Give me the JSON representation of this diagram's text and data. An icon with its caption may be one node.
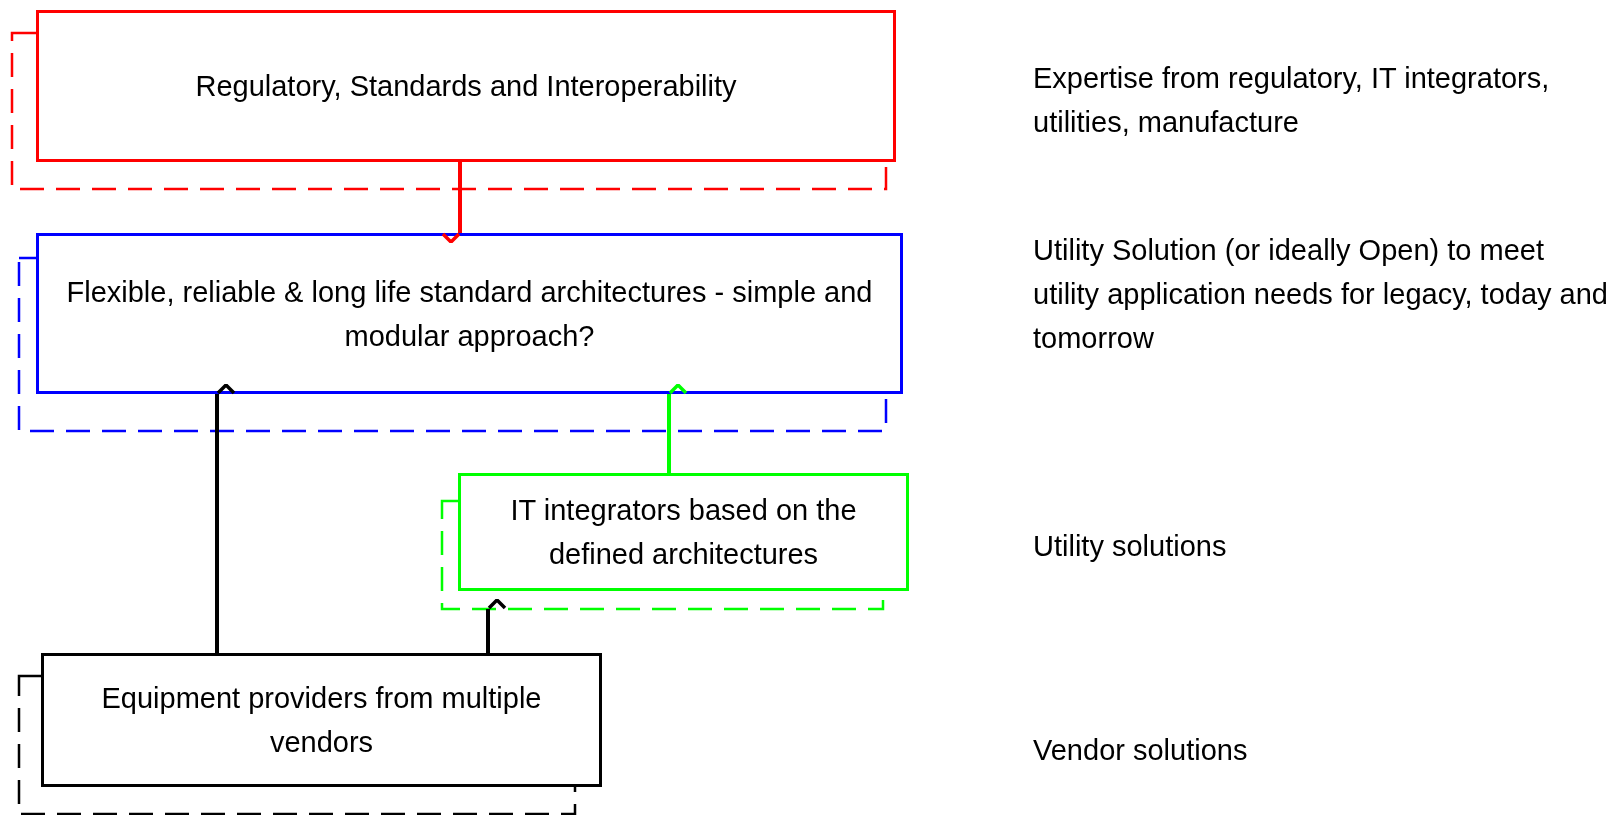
{
  "diagram": {
    "nodes": [
      {
        "text": [
          "Regulatory, Standards and Interoperability"
        ]
      },
      {
        "text": [
          "Flexible, reliable & long life standard architectures - simple and modular approach?"
        ]
      },
      {
        "text": [
          "IT integrators based on the defined architectures"
        ]
      },
      {
        "text": [
          "Equipment providers from multiple vendors"
        ]
      }
    ],
    "edges": [
      {
        "from": 0,
        "to": 1,
        "arrow": "to",
        "color": "#ff0000"
      },
      {
        "from": 3,
        "to": 1,
        "arrow": "to"
      },
      {
        "from": 2,
        "to": 1,
        "arrow": "to",
        "color": "#00ff00"
      },
      {
        "from": 3,
        "to": 2,
        "arrow": "to"
      }
    ],
    "labels": [
      "Expertise from regulatory, IT integrators, utilities, manufacture",
      "Utility Solution (or ideally Open) to meet utility application needs for legacy, today and tomorrow",
      "Utility solutions",
      "Vendor solutions"
    ]
  }
}
